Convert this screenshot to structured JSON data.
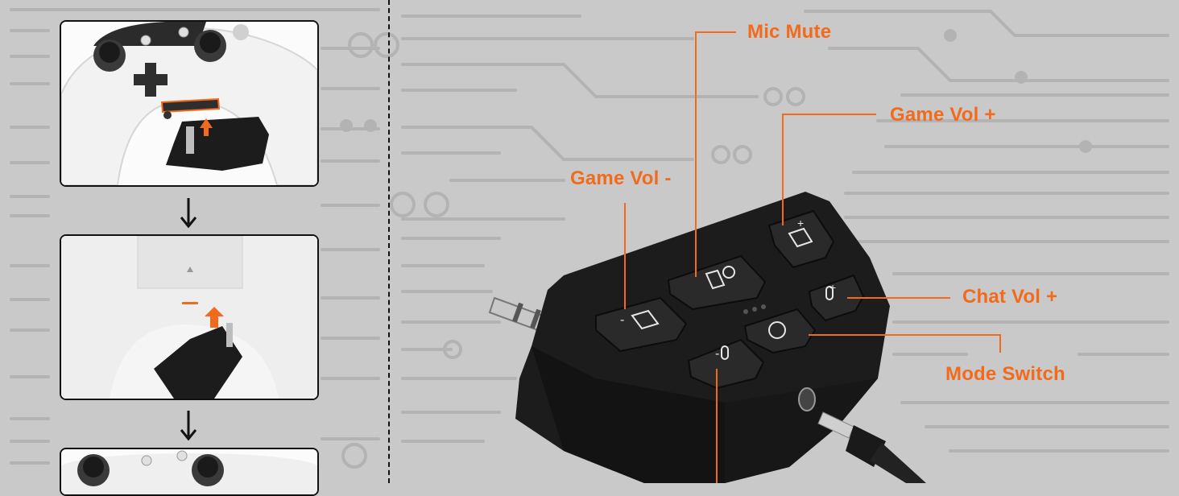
{
  "callouts": {
    "mic_mute": "Mic Mute",
    "game_vol_plus": "Game Vol +",
    "game_vol_minus": "Game Vol -",
    "chat_vol_plus": "Chat Vol +",
    "mode_switch": "Mode Switch"
  },
  "icons": {
    "step1": "controller-with-adapter-icon",
    "step2": "controller-back-insert-icon",
    "step3": "controller-top-icon",
    "arrow": "arrow-down-icon"
  },
  "colors": {
    "accent": "#f26a1b",
    "background": "#c9c9c9",
    "device": "#1c1c1c"
  }
}
